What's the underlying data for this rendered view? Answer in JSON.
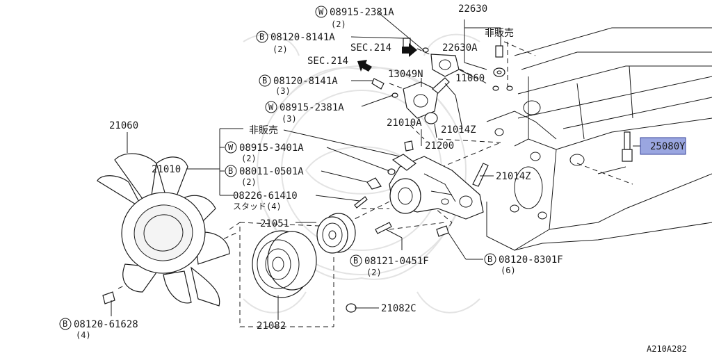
{
  "diagram_code": "A210A282",
  "accent": "#9aa6e0",
  "labels": {
    "p_22630": "22630",
    "p_22630a": "22630A",
    "p_11060": "11060",
    "p_13049n": "13049N",
    "p_21010a": "21010A",
    "p_21014z_top": "21014Z",
    "p_21200": "21200",
    "p_21014z_mid": "21014Z",
    "p_21060": "21060",
    "p_21010": "21010",
    "p_21051": "21051",
    "p_21082": "21082",
    "p_21082c": "21082C",
    "p_25080y": "25080Y",
    "not_sold_top": "非販売",
    "not_sold_mid": "非販売",
    "sec214_a": "SEC.214",
    "sec214_b": "SEC.214",
    "w_08915_2381a_top": "08915-2381A",
    "w_08915_2381a_top_qty": "(2)",
    "b_08120_8141a_top": "08120-8141A",
    "b_08120_8141a_top_qty": "(2)",
    "b_08120_8141a_mid": "08120-8141A",
    "b_08120_8141a_mid_qty": "(3)",
    "w_08915_2381a_mid": "08915-2381A",
    "w_08915_2381a_mid_qty": "(3)",
    "w_08915_3401a": "08915-3401A",
    "w_08915_3401a_qty": "(2)",
    "b_08011_0501a": "08011-0501A",
    "b_08011_0501a_qty": "(2)",
    "stud_08226_61410": "08226-61410",
    "stud_qty": "スタッド(4)",
    "b_08121_0451f": "08121-0451F",
    "b_08121_0451f_qty": "(2)",
    "b_08120_8301f": "08120-8301F",
    "b_08120_8301f_qty": "(6)",
    "b_08120_61628": "08120-61628",
    "b_08120_61628_qty": "(4)",
    "prefix_w": "W",
    "prefix_b": "B"
  }
}
